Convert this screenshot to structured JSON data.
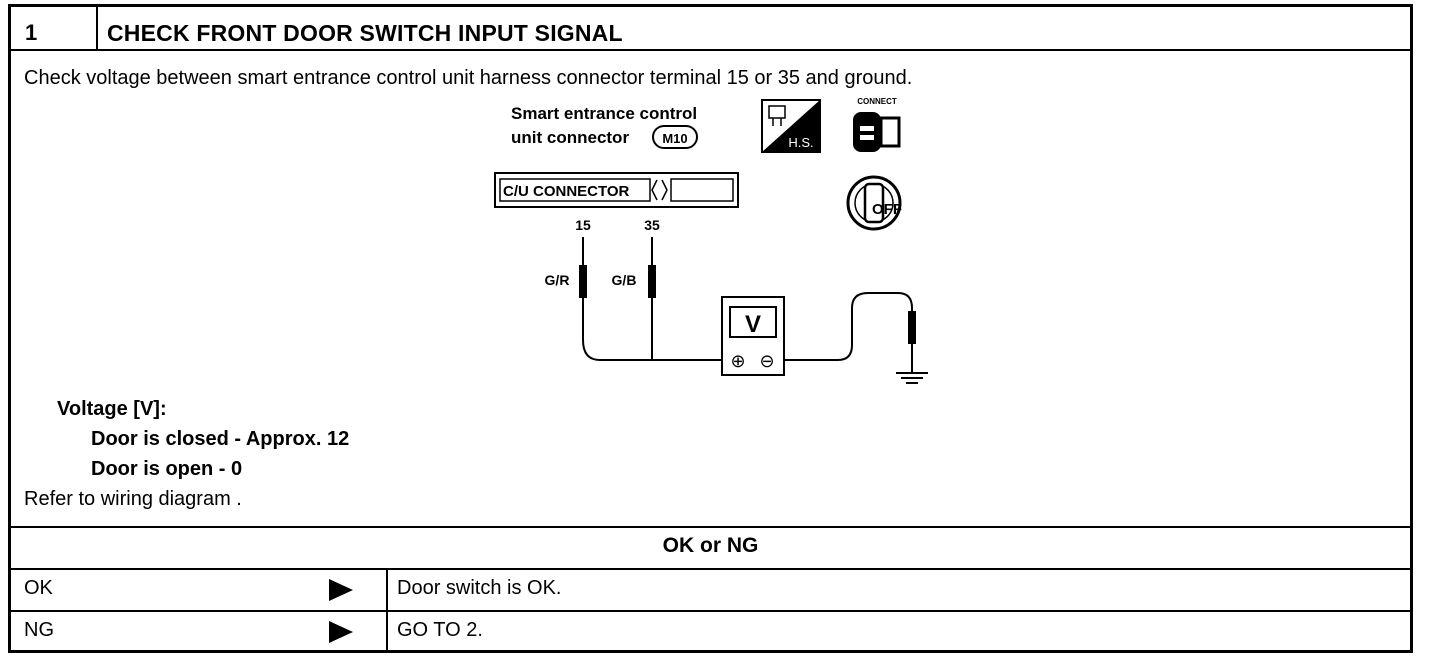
{
  "header": {
    "step_number": "1",
    "title": "CHECK FRONT DOOR SWITCH INPUT SIGNAL"
  },
  "instruction": "Check voltage between smart entrance control unit harness connector terminal 15 or 35 and ground.",
  "diagram": {
    "connector_label_line1": "Smart entrance control",
    "connector_label_line2": "unit connector",
    "connector_code": "M10",
    "hs_icon_text": "H.S.",
    "connect_icon_text": "CONNECT",
    "ignition_icon_text": "OFF",
    "cu_connector_label": "C/U CONNECTOR",
    "terminal_a": "15",
    "terminal_b": "35",
    "wire_a": "G/R",
    "wire_b": "G/B",
    "meter_symbol": "V",
    "meter_plus": "⊕",
    "meter_minus": "⊖"
  },
  "voltage": {
    "heading": "Voltage [V]:",
    "closed": "Door is closed - Approx. 12",
    "open": "Door is open - 0"
  },
  "refer": "Refer to wiring diagram .",
  "result_heading": "OK or NG",
  "results": [
    {
      "label": "OK",
      "action": "Door switch is OK."
    },
    {
      "label": "NG",
      "action": "GO TO 2."
    }
  ]
}
